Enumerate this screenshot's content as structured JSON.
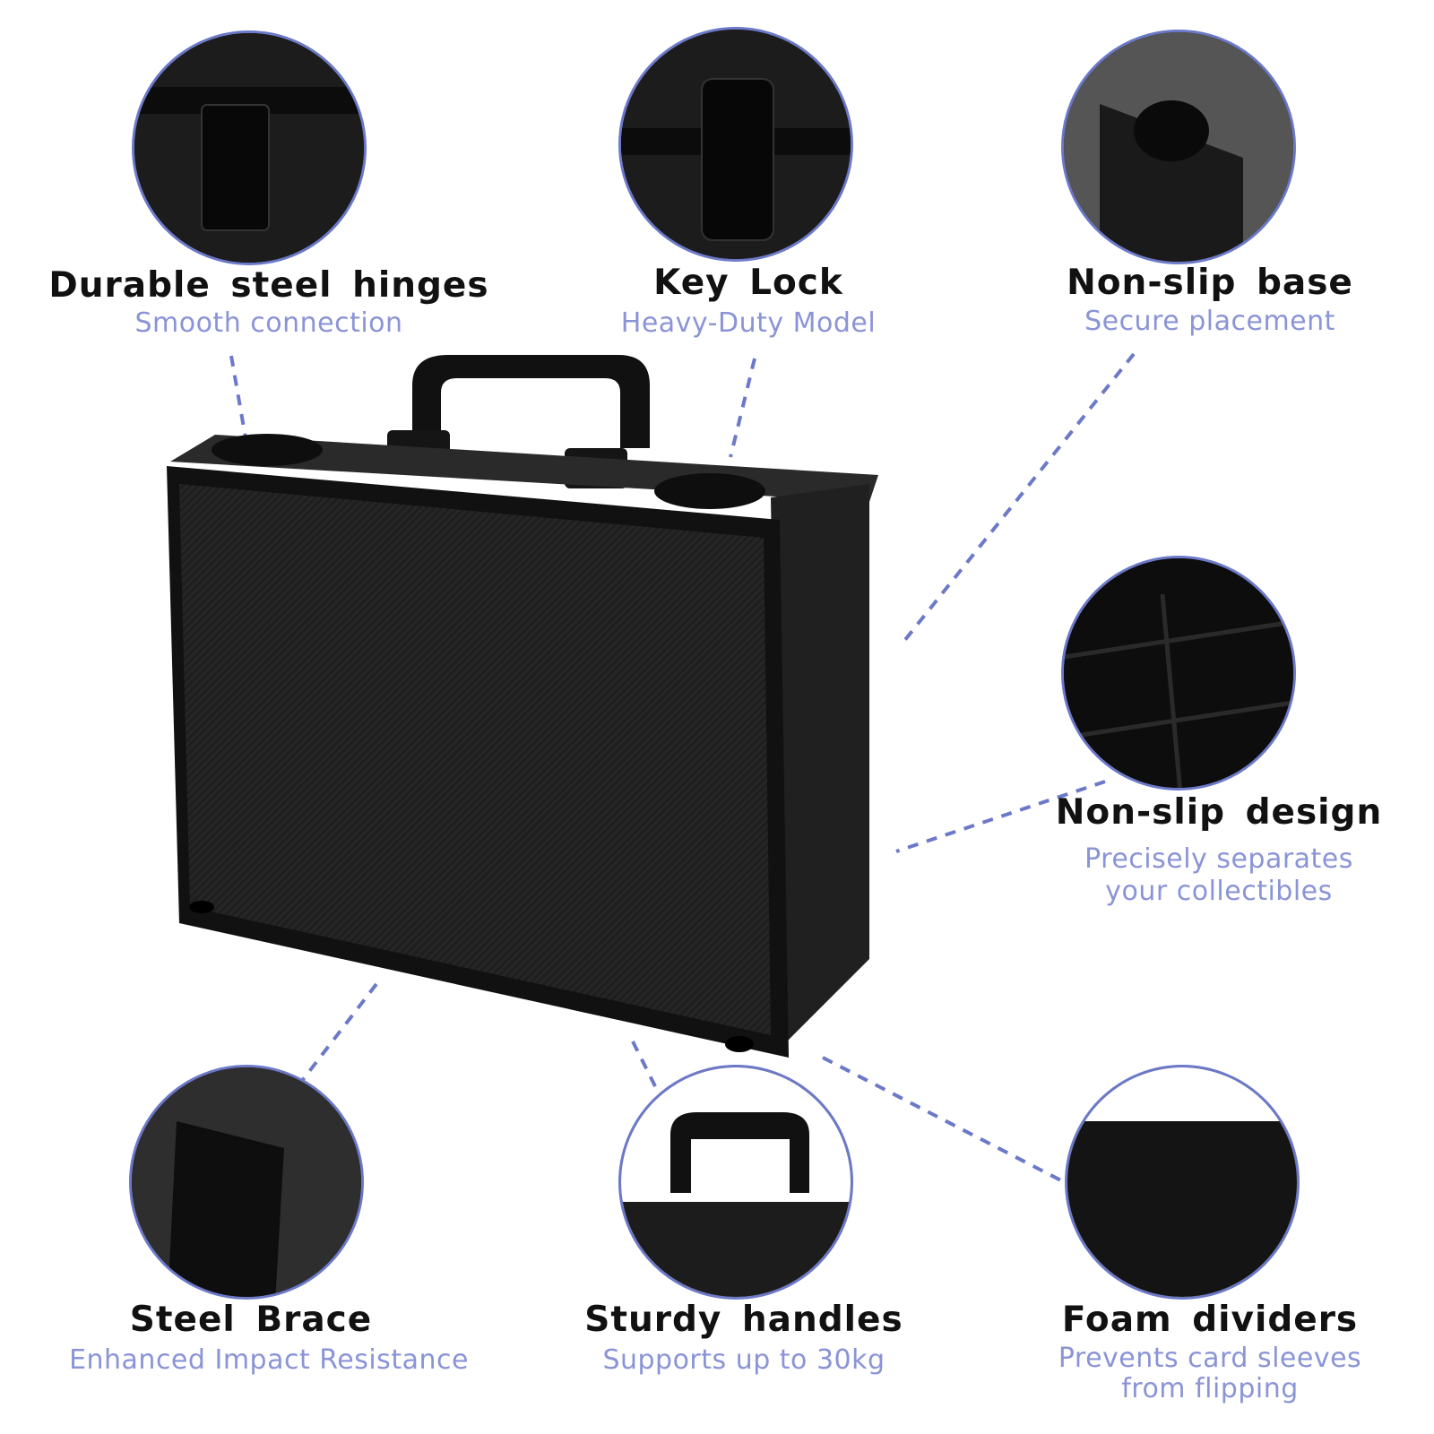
{
  "features": [
    {
      "id": "hinges",
      "title": "Durable steel hinges",
      "subtitle": "Smooth connection",
      "icon": "hinge-closeup"
    },
    {
      "id": "lock",
      "title": "Key Lock",
      "subtitle": "Heavy-Duty Model",
      "icon": "key-lock-closeup"
    },
    {
      "id": "base",
      "title": "Non-slip base",
      "subtitle": "Secure placement",
      "icon": "rubber-foot-closeup"
    },
    {
      "id": "design",
      "title": "Non-slip design",
      "subtitle_lines": [
        "Precisely separates",
        "your collectibles"
      ],
      "icon": "foam-grid-closeup"
    },
    {
      "id": "brace",
      "title": "Steel Brace",
      "subtitle": "Enhanced Impact Resistance",
      "icon": "corner-brace-closeup"
    },
    {
      "id": "handles",
      "title": "Sturdy handles",
      "subtitle": "Supports up to 30kg",
      "icon": "handle-closeup"
    },
    {
      "id": "foam",
      "title": "Foam dividers",
      "subtitle_lines": [
        "Prevents card sleeves",
        "from flipping"
      ],
      "icon": "foam-block-closeup"
    }
  ],
  "colors": {
    "accent": "#6b79c8",
    "subtitle": "#8a94d6",
    "title": "#111111",
    "case": "#1b1b1b"
  }
}
